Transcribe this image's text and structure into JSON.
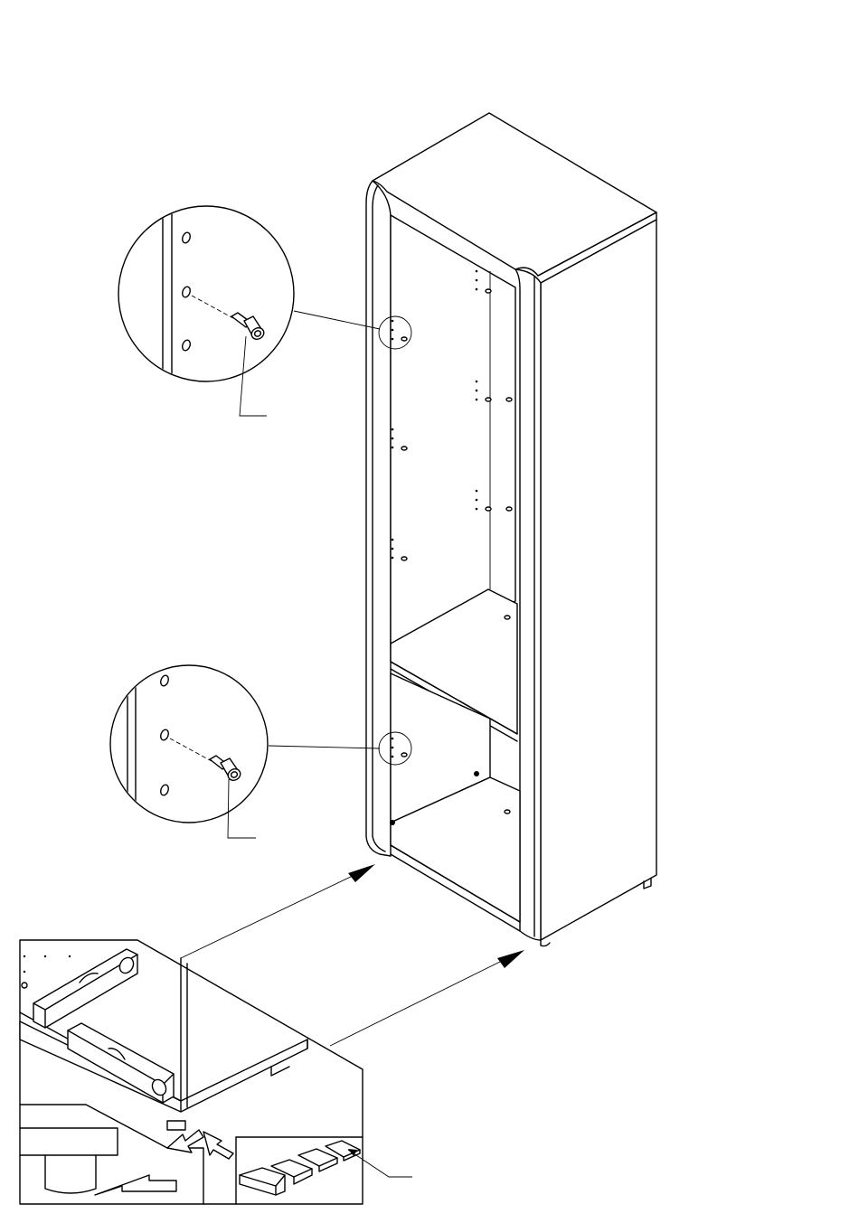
{
  "figure": {
    "colors": {
      "line": "#000000",
      "background": "#ffffff"
    },
    "callouts": [
      {
        "label": "",
        "part": "shelf-support-pin"
      },
      {
        "label": "",
        "part": "shelf-support-pin"
      },
      {
        "label": "",
        "part": "leveling-shim"
      }
    ]
  }
}
